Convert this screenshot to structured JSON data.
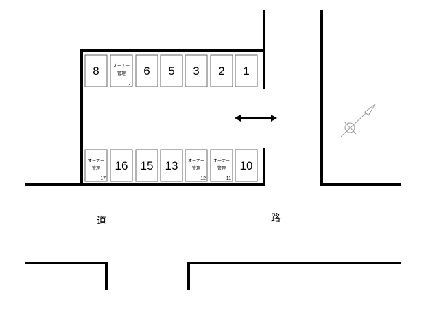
{
  "top_row": [
    {
      "label": "8",
      "owner": false
    },
    {
      "label": "7",
      "owner": true
    },
    {
      "label": "6",
      "owner": false
    },
    {
      "label": "5",
      "owner": false
    },
    {
      "label": "3",
      "owner": false
    },
    {
      "label": "2",
      "owner": false
    },
    {
      "label": "1",
      "owner": false
    }
  ],
  "bottom_row": [
    {
      "label": "17",
      "owner": true
    },
    {
      "label": "16",
      "owner": false
    },
    {
      "label": "15",
      "owner": false
    },
    {
      "label": "13",
      "owner": false
    },
    {
      "label": "12",
      "owner": true
    },
    {
      "label": "11",
      "owner": true
    },
    {
      "label": "10",
      "owner": false
    }
  ],
  "owner_text_line1": "オーナー",
  "owner_text_line2": "管理",
  "road_char_1": "道",
  "road_char_2": "路",
  "compass_icon": "north-arrow",
  "entrance_arrow_icon": "double-arrow"
}
